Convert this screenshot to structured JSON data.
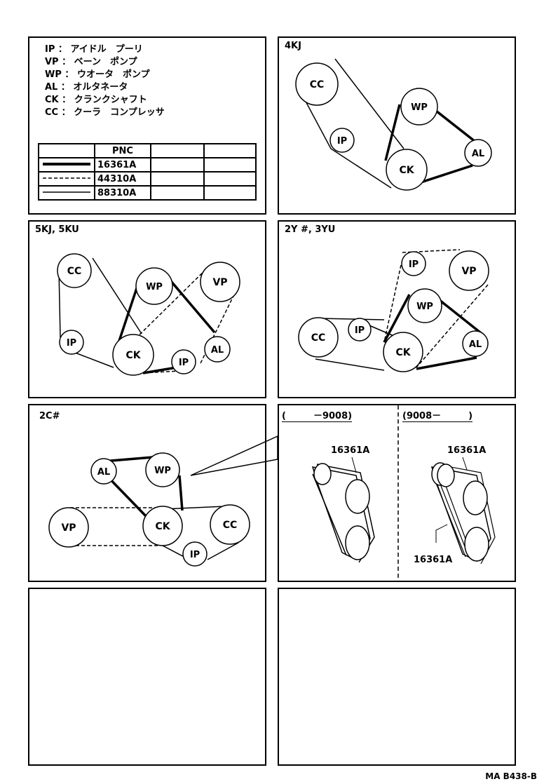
{
  "legend": {
    "items": [
      {
        "code": "IP",
        "desc": "アイドル　プーリ"
      },
      {
        "code": "VP",
        "desc": "ベーン　ポンプ"
      },
      {
        "code": "WP",
        "desc": "ウオータ　ポンプ"
      },
      {
        "code": "AL",
        "desc": "オルタネータ"
      },
      {
        "code": "CK",
        "desc": "クランクシャフト"
      },
      {
        "code": "CC",
        "desc": "クーラ　コンプレッサ"
      }
    ],
    "pnc_header": "PNC",
    "pnc_rows": [
      {
        "style": "thick",
        "pnc": "16361A"
      },
      {
        "style": "dashed",
        "pnc": "44310A"
      },
      {
        "style": "thin",
        "pnc": "88310A"
      }
    ]
  },
  "panels": {
    "p4kj": "4KJ",
    "p5kj": "5KJ, 5KU",
    "p2y": "2Y #, 3YU",
    "p2c": "2C#",
    "left_range": "(　　　－9008)",
    "right_range": "(9008－　　　)"
  },
  "pulleys": {
    "CC": "CC",
    "IP": "IP",
    "WP": "WP",
    "AL": "AL",
    "CK": "CK",
    "VP": "VP"
  },
  "callouts": {
    "left_pnc": "16361A",
    "right_top_pnc": "16361A",
    "right_bottom_pnc": "16361A"
  },
  "footer": "MA B438-B"
}
